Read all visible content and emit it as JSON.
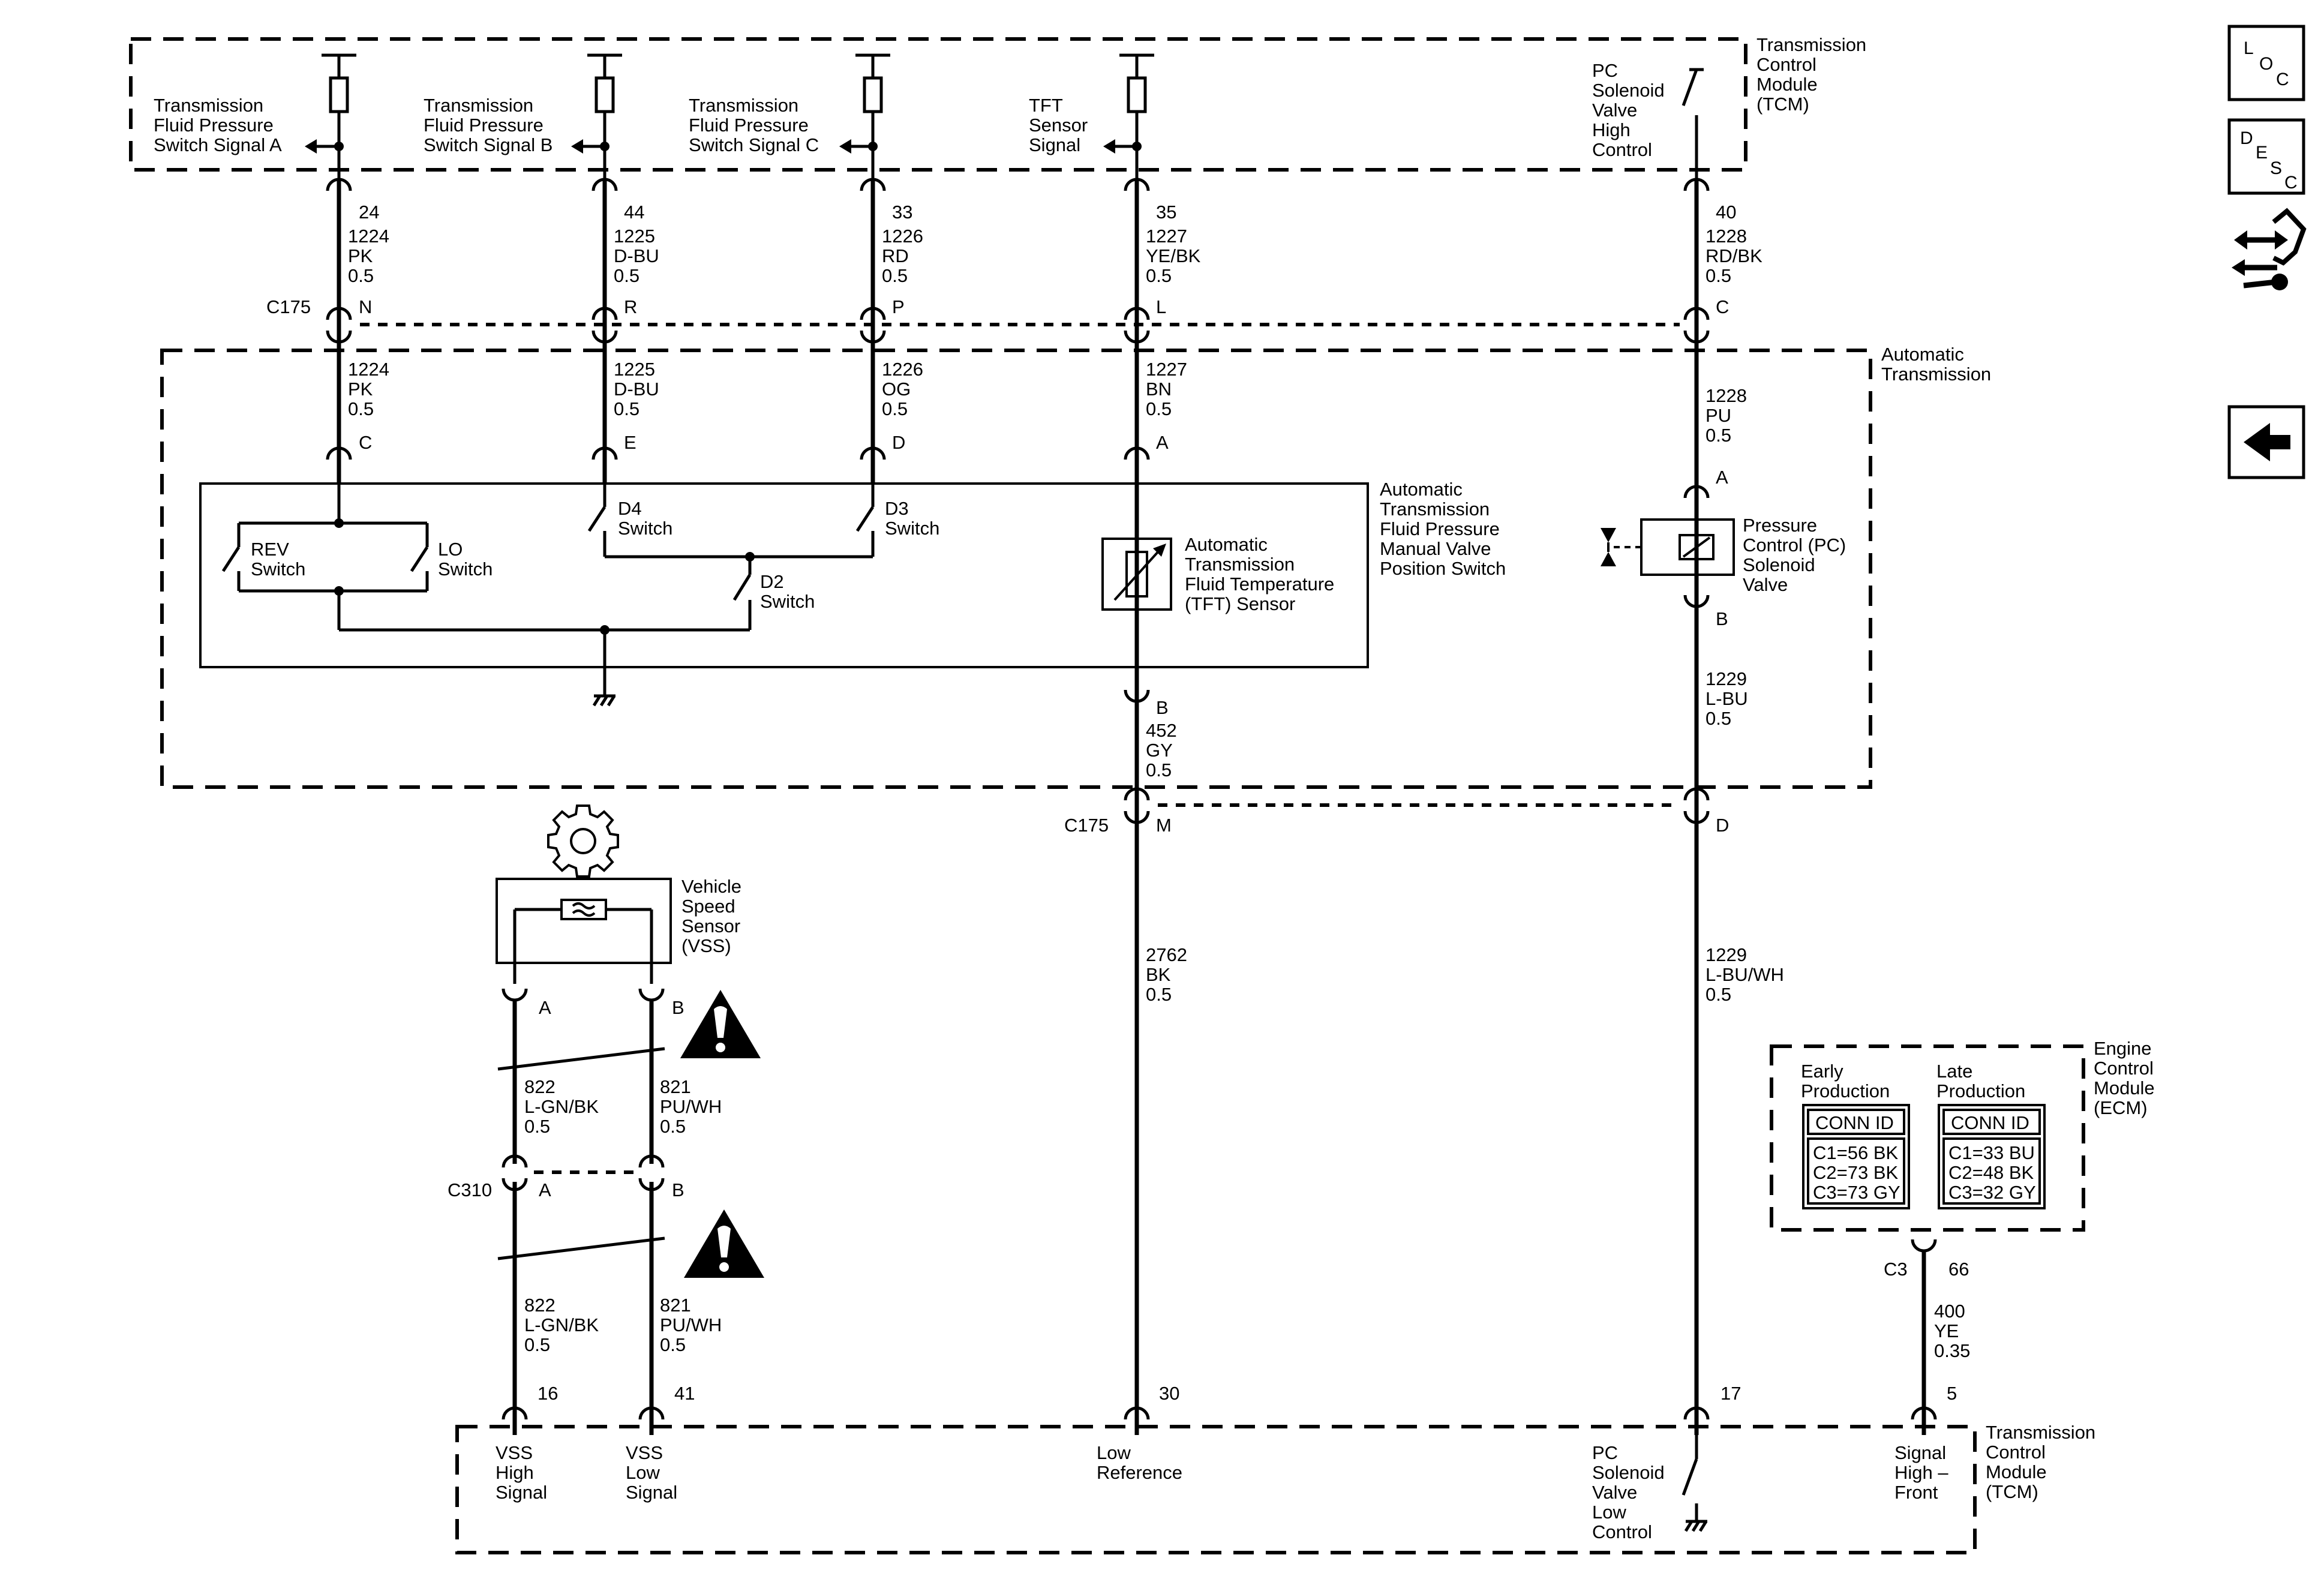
{
  "tcm_top": {
    "module_label": [
      "Transmission",
      "Control",
      "Module",
      "(TCM)"
    ],
    "inputs": [
      {
        "label": [
          "Transmission",
          "Fluid Pressure",
          "Switch Signal A"
        ],
        "pin": "24",
        "circuit": "1224",
        "color": "PK",
        "gauge": "0.5",
        "c175_pin": "N"
      },
      {
        "label": [
          "Transmission",
          "Fluid Pressure",
          "Switch Signal B"
        ],
        "pin": "44",
        "circuit": "1225",
        "color": "D-BU",
        "gauge": "0.5",
        "c175_pin": "R"
      },
      {
        "label": [
          "Transmission",
          "Fluid Pressure",
          "Switch Signal C"
        ],
        "pin": "33",
        "circuit": "1226",
        "color": "RD",
        "gauge": "0.5",
        "c175_pin": "P"
      },
      {
        "label": [
          "TFT",
          "Sensor",
          "Signal"
        ],
        "pin": "35",
        "circuit": "1227",
        "color": "YE/BK",
        "gauge": "0.5",
        "c175_pin": "L"
      }
    ],
    "pc_high": {
      "label": [
        "PC",
        "Solenoid",
        "Valve",
        "High",
        "Control"
      ],
      "pin": "40",
      "circuit": "1228",
      "color": "RD/BK",
      "gauge": "0.5",
      "c175_pin": "C"
    }
  },
  "connector_c175": "C175",
  "auto_trans": {
    "label": [
      "Automatic",
      "Transmission"
    ],
    "wires": [
      {
        "circuit": "1224",
        "color": "PK",
        "gauge": "0.5",
        "pin": "C"
      },
      {
        "circuit": "1225",
        "color": "D-BU",
        "gauge": "0.5",
        "pin": "E"
      },
      {
        "circuit": "1226",
        "color": "OG",
        "gauge": "0.5",
        "pin": "D"
      },
      {
        "circuit": "1227",
        "color": "BN",
        "gauge": "0.5",
        "pin": "A"
      },
      {
        "circuit": "1228",
        "color": "PU",
        "gauge": "0.5",
        "pin": "A"
      }
    ],
    "switch_assy_label": [
      "Automatic",
      "Transmission",
      "Fluid Pressure",
      "Manual Valve",
      "Position Switch"
    ],
    "switches": {
      "rev": [
        "REV",
        "Switch"
      ],
      "lo": [
        "LO",
        "Switch"
      ],
      "d4": [
        "D4",
        "Switch"
      ],
      "d3": [
        "D3",
        "Switch"
      ],
      "d2": [
        "D2",
        "Switch"
      ]
    },
    "tft_label": [
      "Automatic",
      "Transmission",
      "Fluid Temperature",
      "(TFT) Sensor"
    ],
    "tft_out": {
      "pin": "B",
      "circuit": "452",
      "color": "GY",
      "gauge": "0.5",
      "c175_pin": "M"
    },
    "pc_solenoid_label": [
      "Pressure",
      "Control (PC)",
      "Solenoid",
      "Valve"
    ],
    "pc_out": {
      "pin": "B",
      "circuit": "1229",
      "color": "L-BU",
      "gauge": "0.5",
      "c175_pin": "D"
    }
  },
  "vss": {
    "label": [
      "Vehicle",
      "Speed",
      "Sensor",
      "(VSS)"
    ],
    "pin_a": "A",
    "pin_b": "B",
    "wire_a": {
      "circuit": "822",
      "color": "L-GN/BK",
      "gauge": "0.5"
    },
    "wire_b": {
      "circuit": "821",
      "color": "PU/WH",
      "gauge": "0.5"
    },
    "c310": "C310",
    "c310_a": "A",
    "c310_b": "B"
  },
  "lower_wires": {
    "low_ref": {
      "circuit": "2762",
      "color": "BK",
      "gauge": "0.5"
    },
    "pc_low": {
      "circuit": "1229",
      "color": "L-BU/WH",
      "gauge": "0.5"
    }
  },
  "ecm": {
    "label": [
      "Engine",
      "Control",
      "Module",
      "(ECM)"
    ],
    "early": {
      "title": [
        "Early",
        "Production"
      ],
      "conn_id": "CONN ID",
      "rows": [
        "C1=56 BK",
        "C2=73 BK",
        "C3=73 GY"
      ]
    },
    "late": {
      "title": [
        "Late",
        "Production"
      ],
      "conn_id": "CONN ID",
      "rows": [
        "C1=33 BU",
        "C2=48 BK",
        "C3=32 GY"
      ]
    },
    "connector": "C3",
    "pin": "66",
    "wire": {
      "circuit": "400",
      "color": "YE",
      "gauge": "0.35"
    }
  },
  "tcm_bottom": {
    "module_label": [
      "Transmission",
      "Control",
      "Module",
      "(TCM)"
    ],
    "pins": [
      {
        "pin": "16",
        "label": [
          "VSS",
          "High",
          "Signal"
        ]
      },
      {
        "pin": "41",
        "label": [
          "VSS",
          "Low",
          "Signal"
        ]
      },
      {
        "pin": "30",
        "label": [
          "Low",
          "Reference"
        ]
      },
      {
        "pin": "17",
        "label": [
          "PC",
          "Solenoid",
          "Valve",
          "Low",
          "Control"
        ]
      },
      {
        "pin": "5",
        "label": [
          "Signal",
          "High –",
          "Front"
        ]
      }
    ]
  },
  "nav": {
    "loc_letters": [
      "L",
      "O",
      "C"
    ],
    "desc_letters": [
      "D",
      "E",
      "S",
      "C"
    ]
  }
}
